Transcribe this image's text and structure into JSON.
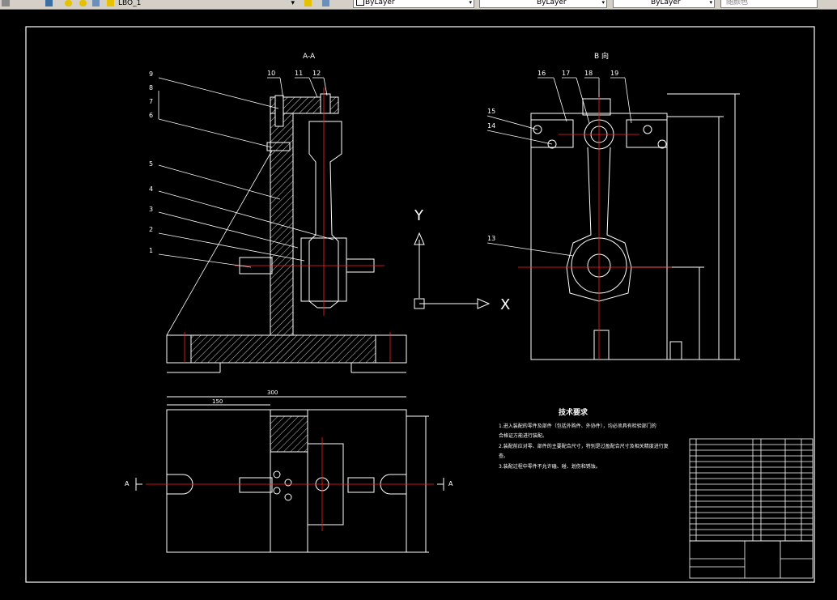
{
  "toolbar": {
    "layer_name": "LBO_1",
    "color_value": "ByLayer",
    "linetype_value": "ByLayer",
    "lineweight_value": "ByLayer",
    "plotstyle_value": "随颜色"
  },
  "drawing": {
    "section_label": "A-A",
    "view_label": "B 向",
    "tech_title": "技术要求",
    "tech_lines": [
      "1.进入装配的零件及部件（包括外购件、外协件），均必须具有检验部门的",
      "合格证方能进行装配。",
      "2.装配前应对零、部件的主要配合尺寸，特别是过盈配合尺寸及相关精度进行复",
      "查。",
      "3.装配过程中零件不允许磕、碰、划伤和锈蚀。"
    ],
    "axis_y": "Y",
    "axis_x": "X",
    "left_callouts": [
      "9",
      "8",
      "7",
      "6",
      "5",
      "4",
      "3",
      "2",
      "1"
    ],
    "top_callouts": [
      "10",
      "11",
      "12"
    ],
    "right_top_callouts": [
      "16",
      "17",
      "18",
      "19"
    ],
    "right_side_callouts": [
      "15",
      "14",
      "13"
    ],
    "dim_top_plan": "300",
    "dim_left_plan": "150",
    "plan_a_left": "A",
    "plan_a_right": "A"
  },
  "colors": {
    "background": "#000000",
    "lines": "#ffffff",
    "center": "#ff2020",
    "toolbar": "#d4d0c8"
  }
}
